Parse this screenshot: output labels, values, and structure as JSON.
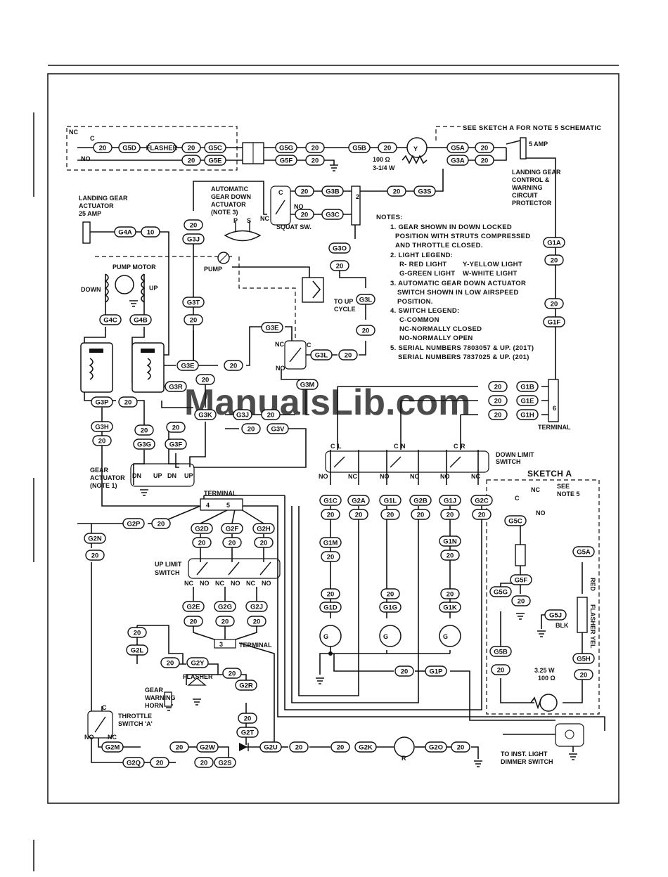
{
  "watermark": "ManualsLib.com",
  "captions": {
    "sketch_ref": "SEE SKETCH A FOR NOTE 5 SCHEMATIC",
    "ldg_actuator": [
      "LANDING GEAR",
      "ACTUATOR",
      "25 AMP"
    ],
    "auto_actuator": [
      "AUTOMATIC",
      "GEAR DOWN",
      "ACTUATOR",
      "(NOTE 3)"
    ],
    "p": "P",
    "s": "S",
    "squat": "SQUAT SW.",
    "pump_motor": "PUMP MOTOR",
    "down": "DOWN",
    "up": "UP",
    "pump": "PUMP",
    "to_up_cycle": [
      "TO UP",
      "CYCLE"
    ],
    "five_amp": "5 AMP",
    "protector": [
      "LANDING GEAR",
      "CONTROL &",
      "WARNING",
      "CIRCUIT",
      "PROTECTOR"
    ],
    "resistor": [
      "100 Ω",
      "3-1/4 W"
    ],
    "terminal": "TERMINAL",
    "down_limit": [
      "DOWN  LIMIT",
      "SWITCH"
    ],
    "gear_actuator": [
      "GEAR",
      "ACTUATOR",
      "(NOTE 1)"
    ],
    "up_limit": [
      "UP LIMIT",
      "SWITCH"
    ],
    "flasher": "FLASHER",
    "horn": [
      "GEAR",
      "WARNING",
      "HORN"
    ],
    "throttle": [
      "THROTTLE",
      "SWITCH 'A'"
    ],
    "dimmer": [
      "TO INST. LIGHT",
      "DIMMER SWITCH"
    ],
    "sketch_title": "SKETCH A",
    "see_note": [
      "SEE",
      "NOTE 5"
    ],
    "red": "RED",
    "flasher_v": "FLASHER",
    "yel": "YEL",
    "blk": "BLK",
    "lamp": [
      "3.25 W",
      "100 Ω"
    ],
    "c": "C",
    "nc": "NC",
    "no": "NO",
    "dn": "DN",
    "l": "L",
    "n": "N",
    "r": "R",
    "g": "G",
    "y": "Y"
  },
  "notes": [
    "NOTES:",
    "1. GEAR SHOWN IN DOWN LOCKED",
    "POSITION WITH STRUTS COMPRESSED",
    "AND THROTTLE CLOSED.",
    "2.  LIGHT LEGEND:",
    "R- RED LIGHT",
    "Y-YELLOW LIGHT",
    "G-GREEN LIGHT",
    "W-WHITE  LIGHT",
    "3. AUTOMATIC GEAR DOWN ACTUATOR",
    "SWITCH SHOWN IN LOW AIRSPEED",
    "POSITION.",
    "4. SWITCH LEGEND:",
    "C-COMMON",
    "NC-NORMALLY CLOSED",
    "NO-NORMALLY OPEN",
    "5. SERIAL  NUMBERS  7803057 & UP. (201T)",
    "SERIAL  NUMBERS  7837025 & UP. (201)"
  ],
  "wire_labels": {
    "G5D": "G5D",
    "flasher_box": "FLASHER",
    "G5C": "G5C",
    "G5E": "G5E",
    "G5G": "G5G",
    "G5F": "G5F",
    "G5B": "G5B",
    "G5A": "G5A",
    "G3A": "G3A",
    "G3B": "G3B",
    "G3C": "G3C",
    "G3S": "G3S",
    "G3J": "G3J",
    "G3O": "G3O",
    "G4A": "G4A",
    "G1A": "G1A",
    "G3L": "G3L",
    "G4C": "G4C",
    "G4B": "G4B",
    "G3T": "G3T",
    "G1F": "G1F",
    "G3E": "G3E",
    "G3R": "G3R",
    "G3M": "G3M",
    "G1B": "G1B",
    "G1E": "G1E",
    "G1H": "G1H",
    "G3P": "G3P",
    "G3K": "G3K",
    "G3J2": "G3J",
    "G3V": "G3V",
    "G3H": "G3H",
    "G3G": "G3G",
    "G3F": "G3F",
    "G1C": "G1C",
    "G2A": "G2A",
    "G1L": "G1L",
    "G2B": "G2B",
    "G1J": "G1J",
    "G2C": "G2C",
    "G2P": "G2P",
    "G2D": "G2D",
    "G2F": "G2F",
    "G2H": "G2H",
    "G2N": "G2N",
    "G1M": "G1M",
    "G1N": "G1N",
    "G2E": "G2E",
    "G2G": "G2G",
    "G2J": "G2J",
    "G1D": "G1D",
    "G1G": "G1G",
    "G1K": "G1K",
    "G2L": "G2L",
    "G2Y": "G2Y",
    "G1P": "G1P",
    "G2R": "G2R",
    "G2T": "G2T",
    "G2M": "G2M",
    "G2W": "G2W",
    "G2U": "G2U",
    "G2K": "G2K",
    "G2O": "G2O",
    "G2Q": "G2Q",
    "G2S": "G2S",
    "SA_G5C": "G5C",
    "SA_G5F": "G5F",
    "SA_G5G": "G5G",
    "SA_G5J": "G5J",
    "SA_G5A": "G5A",
    "SA_G5B": "G5B",
    "SA_G5H": "G5H",
    "g20": "20",
    "g10": "10"
  },
  "terminal_numbers": [
    "2",
    "6",
    "4",
    "5",
    "3"
  ]
}
